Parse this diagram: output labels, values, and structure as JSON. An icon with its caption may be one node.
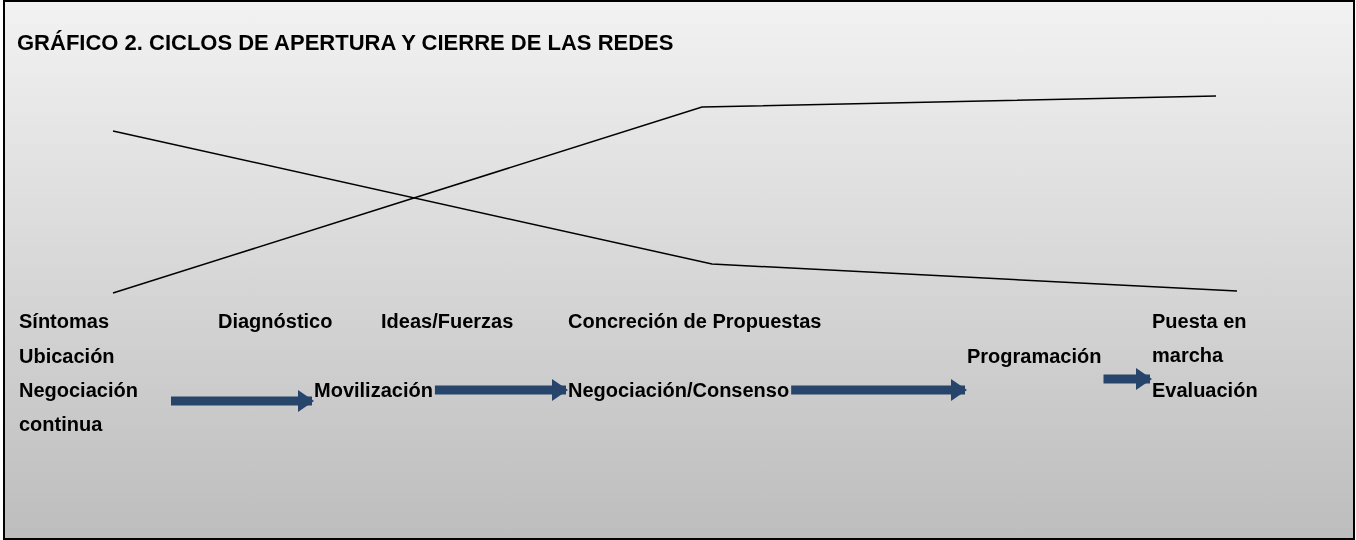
{
  "diagram": {
    "title": "GRÁFICO 2. CICLOS DE APERTURA Y CIERRE DE LAS REDES",
    "nodes": [
      {
        "text": [
          "Síntomas"
        ]
      },
      {
        "text": [
          "Ubicación"
        ]
      },
      {
        "text": [
          "Negociación continua"
        ]
      },
      {
        "text": [
          "Diagnóstico"
        ]
      },
      {
        "text": [
          "Ideas/Fuerzas"
        ]
      },
      {
        "text": [
          "Movilización"
        ]
      },
      {
        "text": [
          "Concreción de Propuestas"
        ]
      },
      {
        "text": [
          "Negociación/Consenso"
        ]
      },
      {
        "text": [
          "Programación"
        ]
      },
      {
        "text": [
          "Puesta en marcha"
        ]
      },
      {
        "text": [
          "Evaluación"
        ]
      }
    ],
    "edges": [
      {
        "from": 2,
        "to": 5,
        "arrow": "to"
      },
      {
        "from": 5,
        "to": 7,
        "arrow": "to"
      },
      {
        "from": 7,
        "to": 8,
        "arrow": "to"
      },
      {
        "from": 8,
        "to": 10,
        "arrow": "to"
      }
    ]
  }
}
